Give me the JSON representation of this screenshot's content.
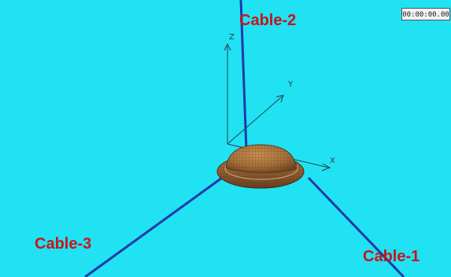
{
  "viewport": {
    "background_color": "#20e2f2",
    "timer": "00:00:00.00"
  },
  "labels": {
    "cable_1": "Cable-1",
    "cable_2": "Cable-2",
    "cable_3": "Cable-3",
    "label_color": "#c8141b"
  },
  "axes": {
    "x": "X",
    "y": "Y",
    "z": "Z",
    "color": "#2e3d4a"
  },
  "cables": {
    "color": "#1f3aa8"
  },
  "float_body": {
    "name": "float-body-mesh",
    "color": "#a5713b",
    "mesh_color": "#3a2410"
  }
}
